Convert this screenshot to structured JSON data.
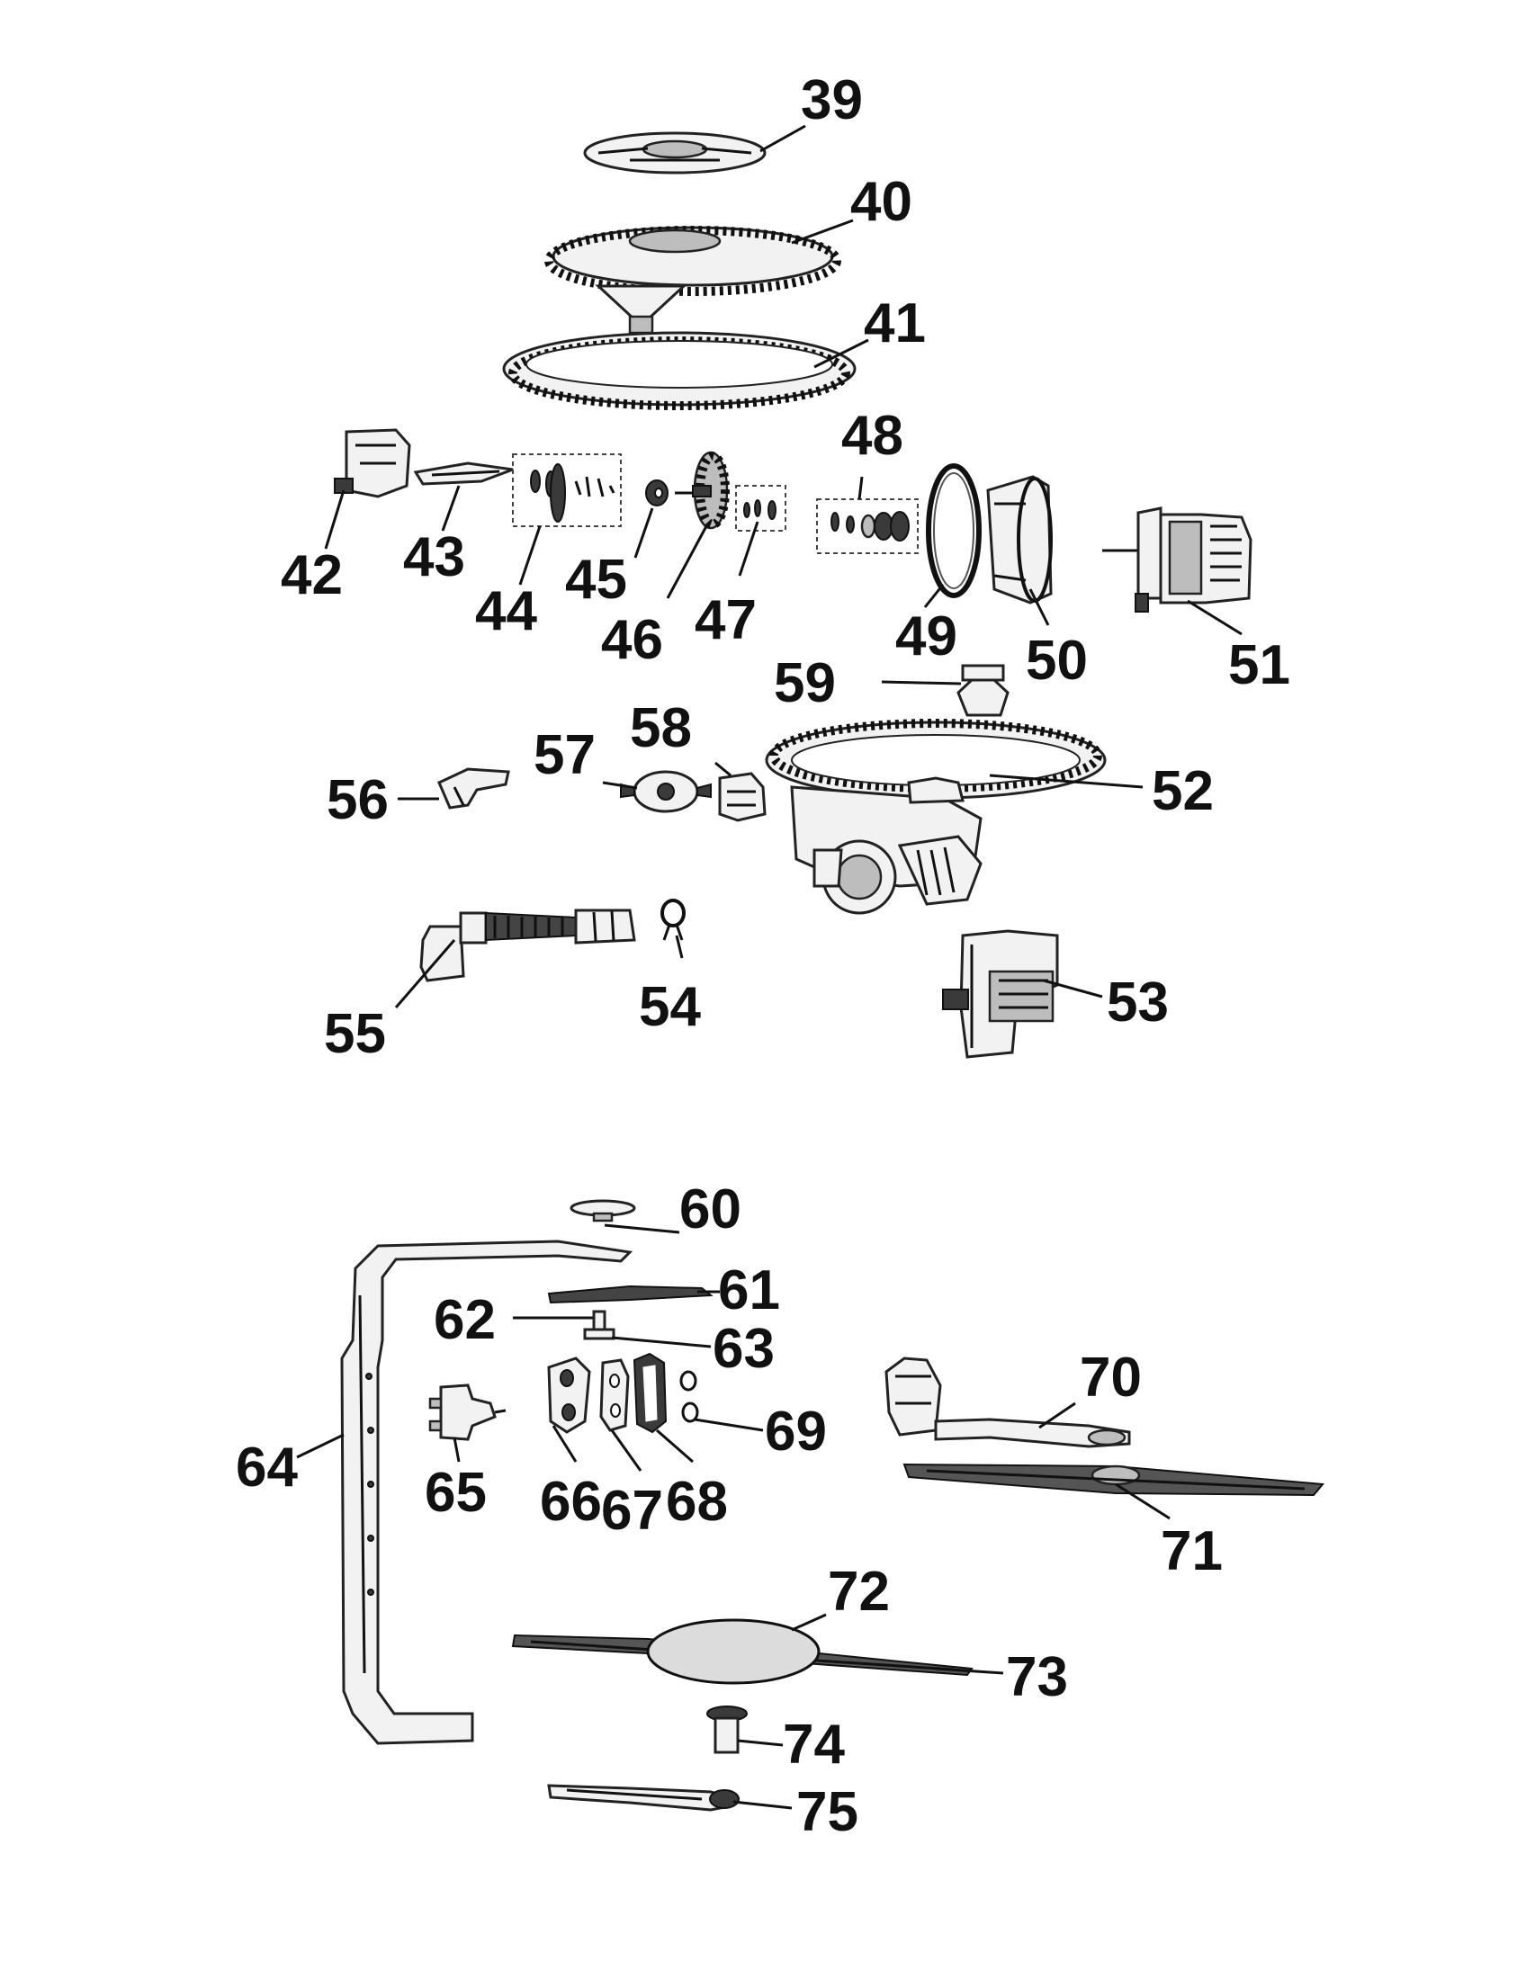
{
  "diagram": {
    "labels": {
      "p39": "39",
      "p40": "40",
      "p41": "41",
      "p42": "42",
      "p43": "43",
      "p44": "44",
      "p45": "45",
      "p46": "46",
      "p47": "47",
      "p48": "48",
      "p49": "49",
      "p50": "50",
      "p51": "51",
      "p52": "52",
      "p53": "53",
      "p54": "54",
      "p55": "55",
      "p56": "56",
      "p57": "57",
      "p58": "58",
      "p59": "59",
      "p60": "60",
      "p61": "61",
      "p62": "62",
      "p63": "63",
      "p64": "64",
      "p65": "65",
      "p66": "66",
      "p67": "67",
      "p68": "68",
      "p69": "69",
      "p70": "70",
      "p71": "71",
      "p72": "72",
      "p73": "73",
      "p74": "74",
      "p75": "75"
    }
  }
}
